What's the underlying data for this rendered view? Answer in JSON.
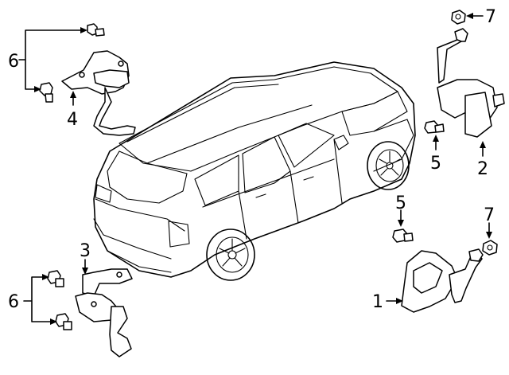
{
  "callouts": {
    "c1": "1",
    "c2": "2",
    "c3": "3",
    "c4": "4",
    "c5a": "5",
    "c5b": "5",
    "c6a": "6",
    "c6b": "6",
    "c7a": "7",
    "c7b": "7"
  }
}
